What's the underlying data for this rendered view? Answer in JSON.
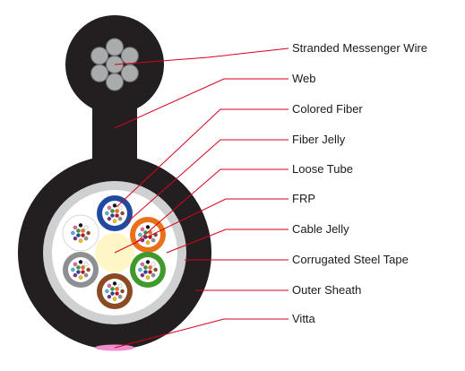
{
  "labels": {
    "stranded_messenger_wire": "Stranded Messenger Wire",
    "web": "Web",
    "colored_fiber": "Colored Fiber",
    "fiber_jelly": "Fiber Jelly",
    "loose_tube": "Loose Tube",
    "frp": "FRP",
    "cable_jelly": "Cable Jelly",
    "corrugated_steel_tape": "Corrugated Steel Tape",
    "outer_sheath": "Outer Sheath",
    "vitta": "Vitta"
  },
  "colors": {
    "leader_line": "#d6001c",
    "sheath": "#231f20",
    "steel_tape": "#cfd0d1",
    "cable_jelly": "#ffffff",
    "frp": "#fff6c8",
    "wire": "#a9abad",
    "vitta": "#ef8fd0",
    "tube_colors": [
      "#1f4aa0",
      "#e8711a",
      "#3f9a2b",
      "#8a4a22",
      "#8d8f92",
      "#ffffff"
    ],
    "fiber_colors": [
      "#d6001c",
      "#1f4aa0",
      "#3f9a2b",
      "#e8711a",
      "#8a4a22",
      "#8d8f92",
      "#f1c400",
      "#7b2d8e",
      "#4ab6d8",
      "#e95fa3",
      "#111111",
      "#ffffff"
    ]
  }
}
